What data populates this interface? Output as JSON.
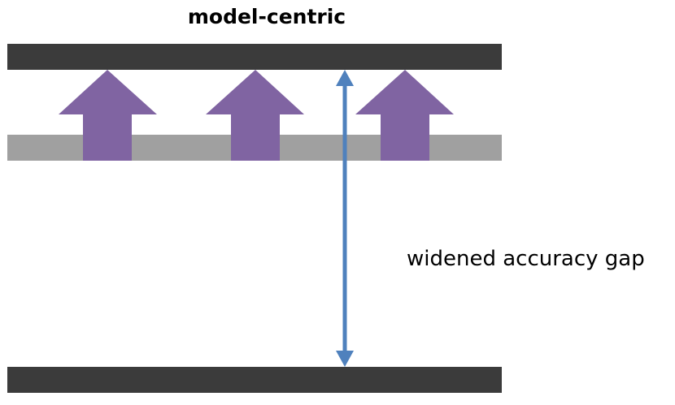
{
  "diagram": {
    "title": "model-centric",
    "gap_label": "widened accuracy gap",
    "colors": {
      "upper_bound_bar": "#3b3b3b",
      "baseline_bar": "#a0a0a0",
      "lower_bar": "#3b3b3b",
      "improvement_arrows": "#8064a2",
      "gap_arrow": "#4f81bd"
    },
    "improvement_arrow_count": 3
  }
}
